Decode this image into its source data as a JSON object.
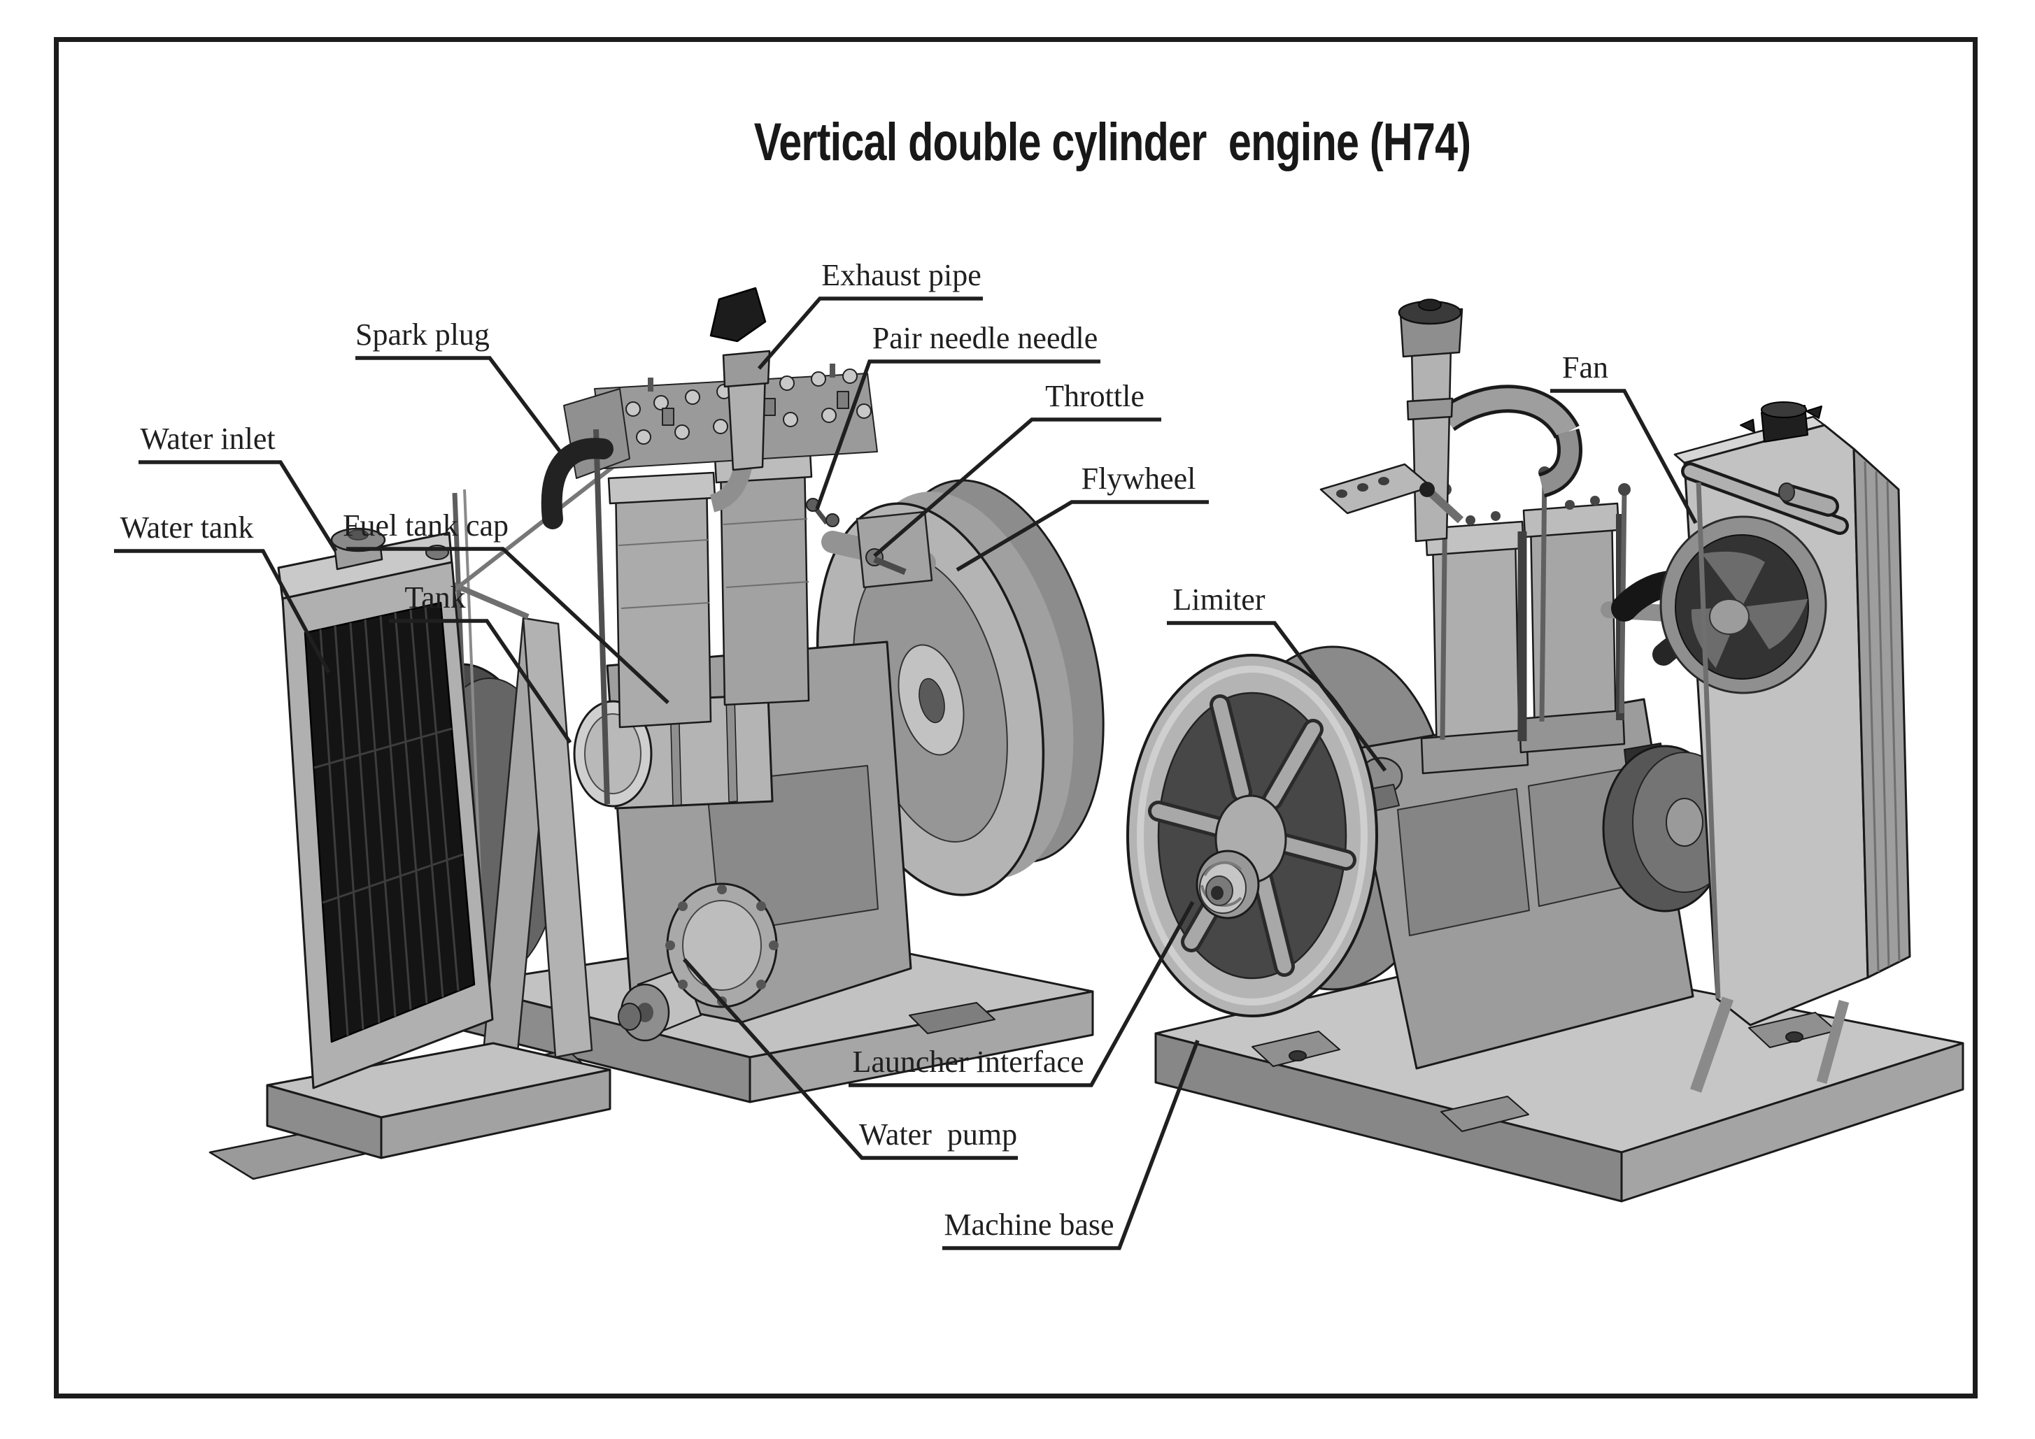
{
  "page": {
    "background_color": "#ffffff",
    "frame_color": "#1c1c1c",
    "ink_color": "#1f1f1f"
  },
  "title": {
    "text": "Vertical double cylinder  engine (H74)"
  },
  "labels": {
    "exhaust_pipe": "Exhaust pipe",
    "spark_plug": "Spark plug",
    "pair_needle": "Pair needle needle",
    "throttle": "Throttle",
    "flywheel": "Flywheel",
    "water_inlet": "Water inlet",
    "water_tank": "Water tank",
    "fuel_tank_cap": "Fuel tank cap",
    "tank": "Tank",
    "fan": "Fan",
    "limiter": "Limiter",
    "launcher_interface": "Launcher interface",
    "water_pump": "Water  pump",
    "machine_base": "Machine base"
  }
}
